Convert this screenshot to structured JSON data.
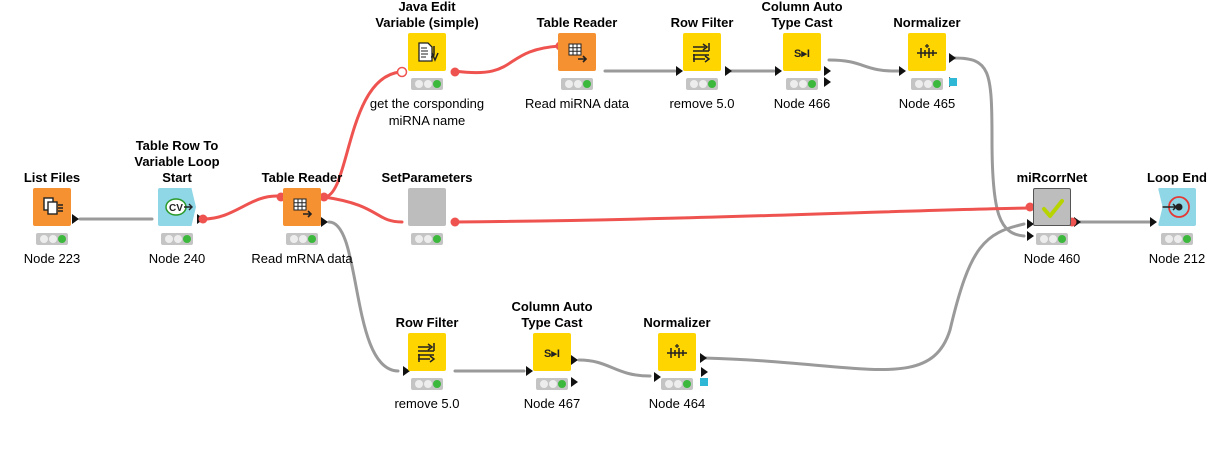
{
  "colors": {
    "source": "#f59131",
    "manipulator": "#ffd500",
    "loop": "#8fd6e6",
    "meta": "#bdbdbd",
    "flow_variable": "#ef5350",
    "data_connection": "#9a9a9a",
    "status_green": "#3cb93c",
    "status_grey": "#ededed"
  },
  "nodes": [
    {
      "id": "list-files",
      "title": "List Files",
      "label": "Node 223",
      "kind": "source",
      "icon": "file-list-icon"
    },
    {
      "id": "table-row-to-variable-loop-start",
      "title": "Table Row To\nVariable Loop Start",
      "label": "Node 240",
      "kind": "loop",
      "icon": "loop-start-icon"
    },
    {
      "id": "table-reader-mrna",
      "title": "Table Reader",
      "label": "Read mRNA data",
      "kind": "source",
      "icon": "table-reader-icon"
    },
    {
      "id": "java-edit-variable",
      "title": "Java Edit\nVariable (simple)",
      "label": "get the corsponding\nmiRNA name",
      "kind": "manipulator",
      "icon": "java-variable-icon"
    },
    {
      "id": "table-reader-mirna",
      "title": "Table Reader",
      "label": "Read miRNA data",
      "kind": "source",
      "icon": "table-reader-icon"
    },
    {
      "id": "row-filter-top",
      "title": "Row Filter",
      "label": "remove 5.0",
      "kind": "manipulator",
      "icon": "row-filter-icon"
    },
    {
      "id": "column-auto-type-cast-top",
      "title": "Column Auto\nType Cast",
      "label": "Node 466",
      "kind": "manipulator",
      "icon": "type-cast-icon"
    },
    {
      "id": "normalizer-top",
      "title": "Normalizer",
      "label": "Node 465",
      "kind": "manipulator",
      "icon": "normalizer-icon"
    },
    {
      "id": "set-parameters",
      "title": "SetParameters",
      "label": "",
      "kind": "meta",
      "icon": "metanode-icon"
    },
    {
      "id": "row-filter-bottom",
      "title": "Row Filter",
      "label": "remove 5.0",
      "kind": "manipulator",
      "icon": "row-filter-icon"
    },
    {
      "id": "column-auto-type-cast-bottom",
      "title": "Column Auto\nType Cast",
      "label": "Node 467",
      "kind": "manipulator",
      "icon": "type-cast-icon"
    },
    {
      "id": "normalizer-bottom",
      "title": "Normalizer",
      "label": "Node 464",
      "kind": "manipulator",
      "icon": "normalizer-icon"
    },
    {
      "id": "mircorrnet",
      "title": "miRcorrNet",
      "label": "Node 460",
      "kind": "meta",
      "icon": "metanode-check-icon"
    },
    {
      "id": "loop-end",
      "title": "Loop End",
      "label": "Node 212",
      "kind": "loop",
      "icon": "loop-end-icon"
    }
  ],
  "icon_text": {
    "loop_start": "CV",
    "type_cast": "S▸I"
  }
}
